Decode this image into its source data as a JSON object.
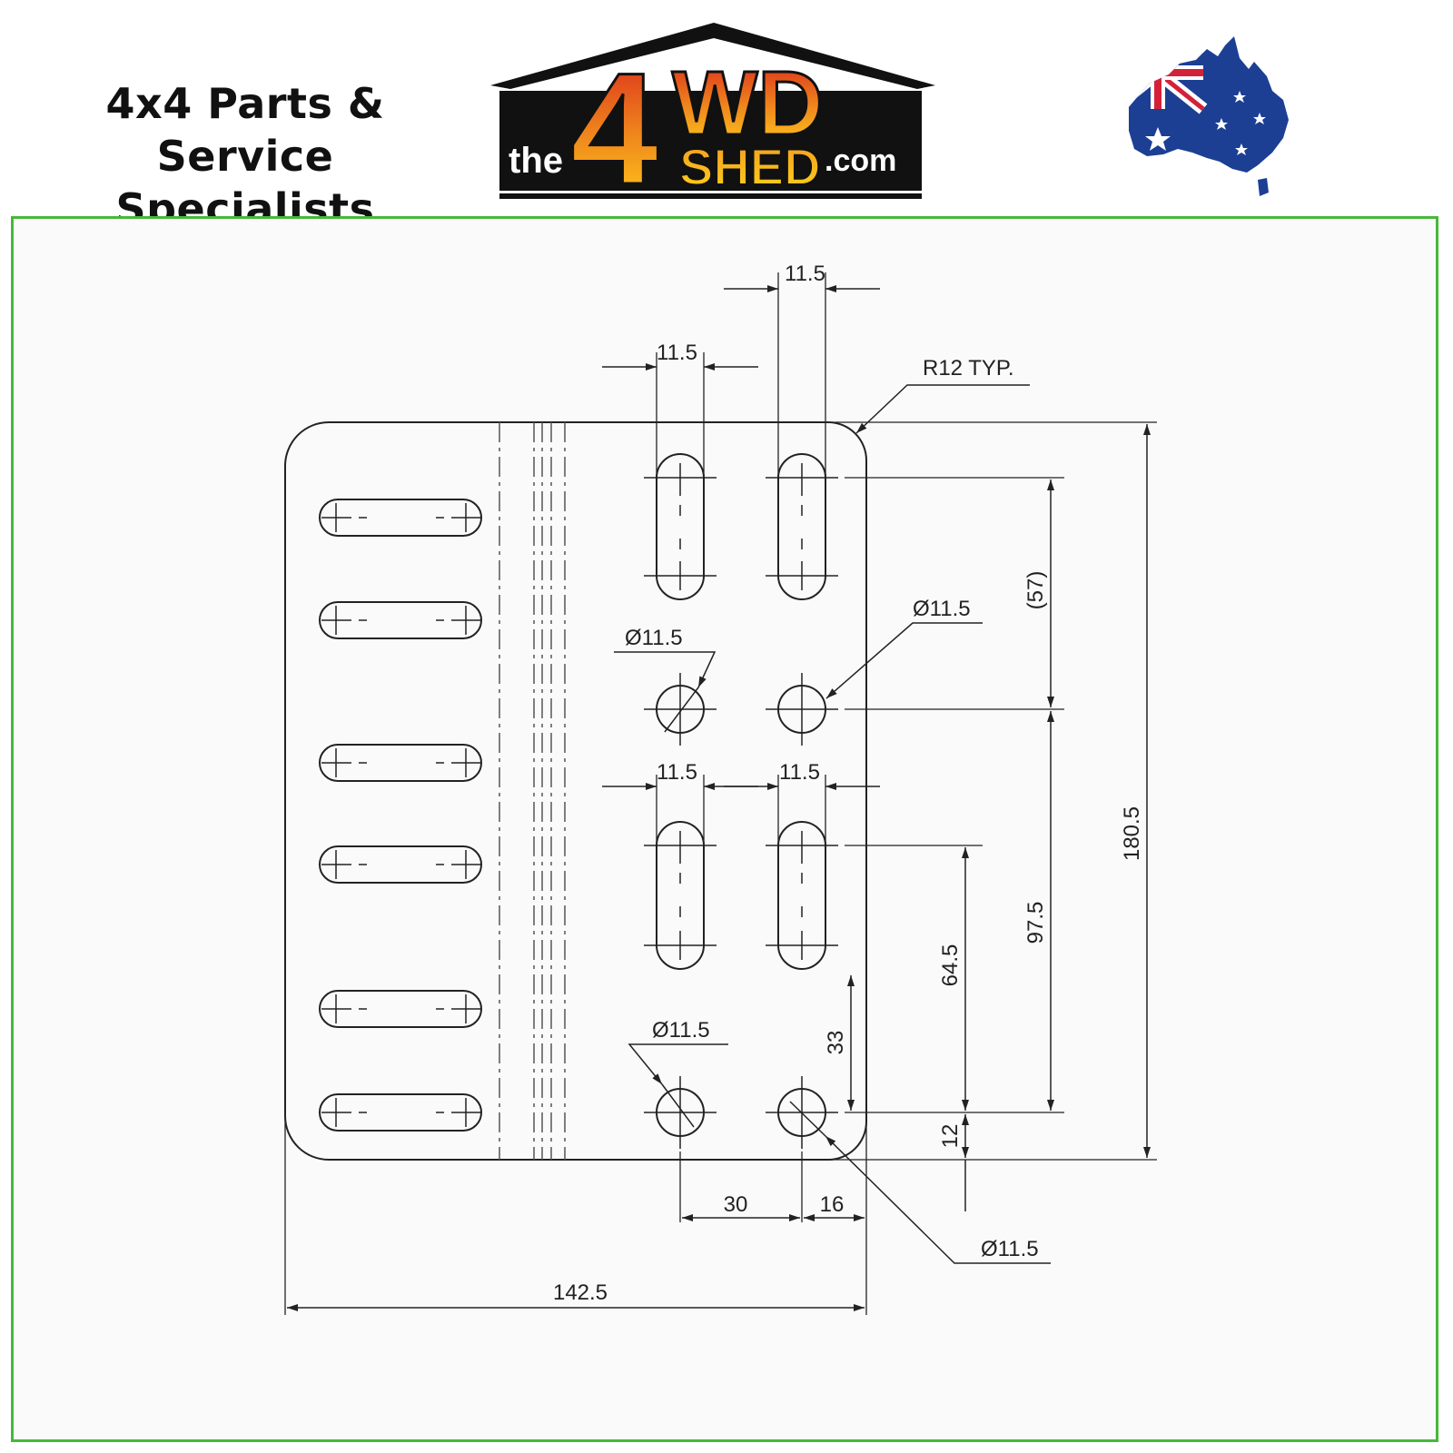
{
  "header": {
    "tagline_line1": "4x4 Parts & Service",
    "tagline_line2": "Specialists",
    "logo": {
      "the": "the",
      "four": "4",
      "wd": "WD",
      "shed": "SHED",
      "com": ".com",
      "colors": {
        "roof": "#111111",
        "orange": "#f29a1f",
        "red": "#d9231c",
        "yellow": "#ffd21a"
      }
    },
    "flag": {
      "icon": "australia-flag-map-icon",
      "colors": {
        "blue": "#1c3f94",
        "red": "#d4213a",
        "white": "#ffffff"
      }
    }
  },
  "drawing": {
    "frame_color": "#46b83a",
    "dims": {
      "slot_width_top_right": "11.5",
      "slot_width_top_left": "11.5",
      "corner_radius": "R12 TYP.",
      "ref_57": "(57)",
      "hole_right_upper": "Ø11.5",
      "hole_left_upper": "Ø11.5",
      "slot_width_lower_left": "11.5",
      "slot_width_lower_right": "11.5",
      "height_overall": "180.5",
      "height_97": "97.5",
      "height_64": "64.5",
      "height_33": "33",
      "hole_left_lower": "Ø11.5",
      "height_12": "12",
      "spacing_30": "30",
      "edge_16": "16",
      "hole_right_lower": "Ø11.5",
      "width_overall": "142.5"
    }
  }
}
